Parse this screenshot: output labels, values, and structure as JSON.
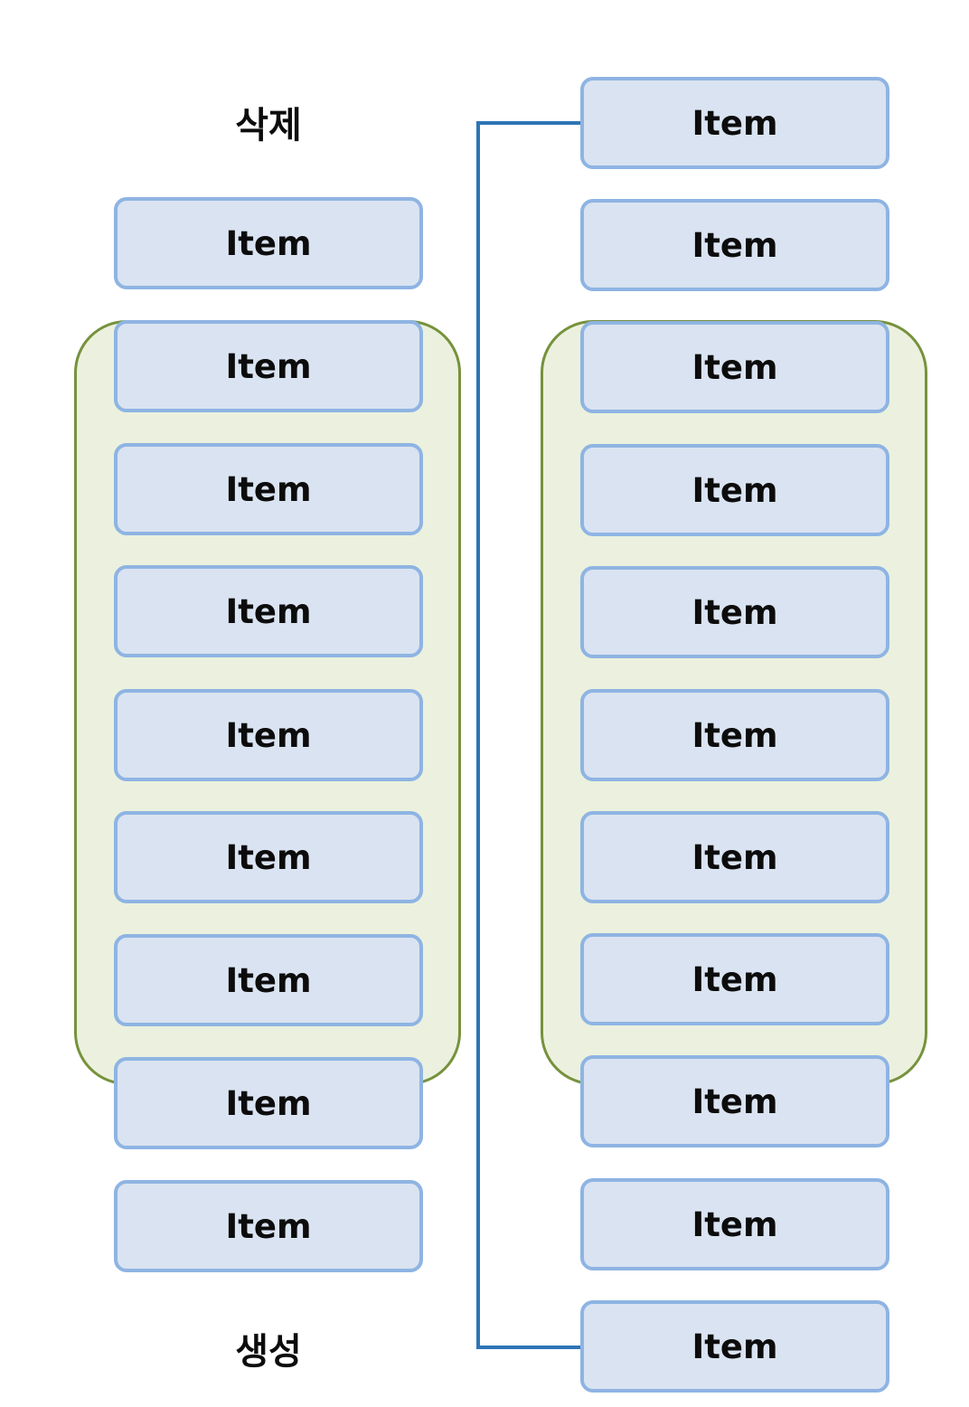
{
  "left_column": {
    "top_label": "삭제",
    "bottom_label": "생성",
    "items": [
      "Item",
      "Item",
      "Item",
      "Item",
      "Item",
      "Item",
      "Item",
      "Item",
      "Item"
    ]
  },
  "right_column": {
    "items": [
      "Item",
      "Item",
      "Item",
      "Item",
      "Item",
      "Item",
      "Item",
      "Item",
      "Item",
      "Item",
      "Item"
    ]
  },
  "colors": {
    "item_fill": "#dae3f1",
    "item_border": "#8eb4e3",
    "group_fill": "#ebf1de",
    "group_border": "#76923c",
    "connector": "#2e75b6"
  }
}
